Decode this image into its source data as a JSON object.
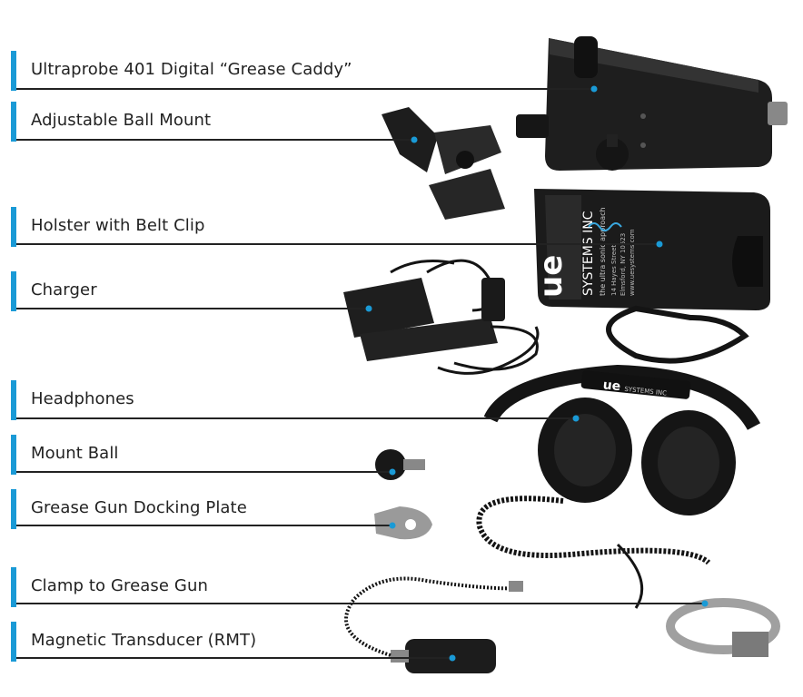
{
  "brand_print": {
    "logo_letters": "ue",
    "holster_line1": "SYSTEMS INC",
    "holster_line2": "the ultra sonic approach",
    "holster_line3": "14 Hayes Street",
    "holster_line4": "Elmsford, NY 10523",
    "holster_line5": "www.uesystems.com",
    "headphone_brand": "SYSTEMS INC"
  },
  "callouts": [
    {
      "id": "grease-caddy",
      "label": "Ultraprobe 401 Digital “Grease Caddy”"
    },
    {
      "id": "ball-mount",
      "label": "Adjustable Ball Mount"
    },
    {
      "id": "holster",
      "label": "Holster with Belt Clip"
    },
    {
      "id": "charger",
      "label": "Charger"
    },
    {
      "id": "headphones",
      "label": "Headphones"
    },
    {
      "id": "mount-ball",
      "label": "Mount Ball"
    },
    {
      "id": "docking-plate",
      "label": "Grease Gun Docking Plate"
    },
    {
      "id": "clamp",
      "label": "Clamp to Grease Gun"
    },
    {
      "id": "transducer",
      "label": "Magnetic Transducer (RMT)"
    }
  ],
  "colors": {
    "accent": "#1a9ad6",
    "leader": "#222222",
    "product": "#1c1c1c"
  }
}
